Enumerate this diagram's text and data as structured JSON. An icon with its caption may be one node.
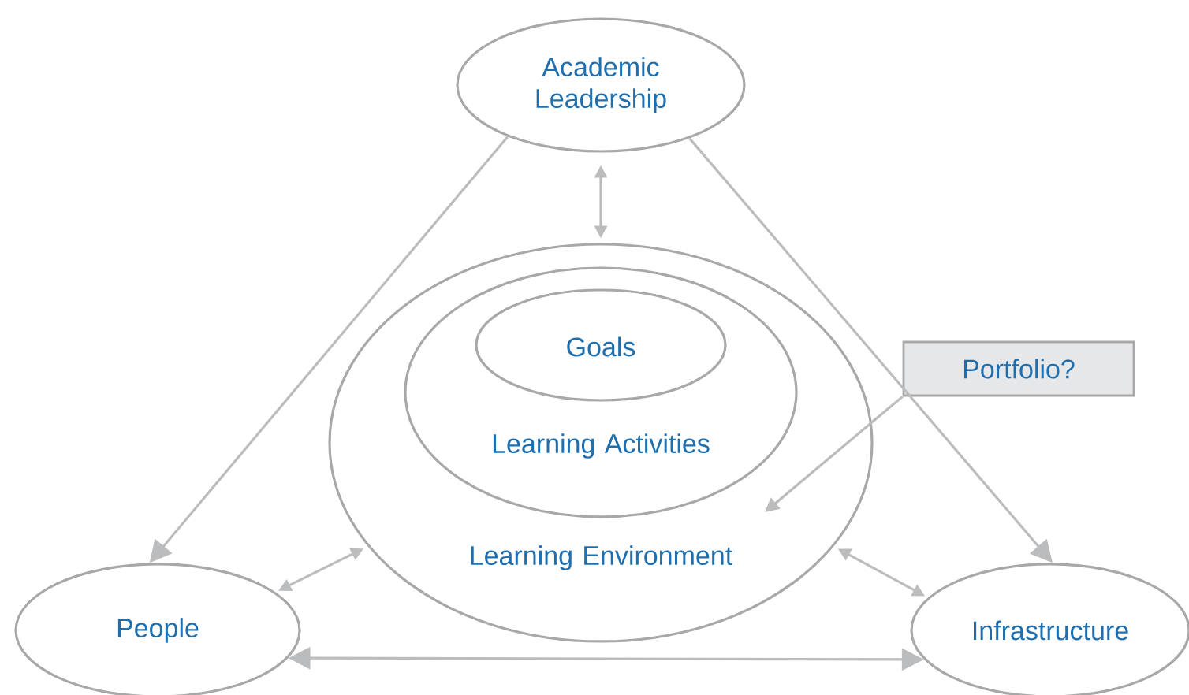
{
  "diagram": {
    "nodes": [
      {
        "text": [
          "Academic Leadership"
        ]
      },
      {
        "text": [
          "Learning Environment"
        ]
      },
      {
        "text": [
          "Learning Activities"
        ],
        "in": 1
      },
      {
        "text": [
          "Goals"
        ],
        "in": 2
      },
      {
        "text": [
          "Portfolio?"
        ]
      },
      {
        "text": [
          "People"
        ]
      },
      {
        "text": [
          "Infrastructure"
        ]
      }
    ],
    "edges": [
      {
        "from": 0,
        "to": 5,
        "arrow": "to"
      },
      {
        "from": 0,
        "to": 6,
        "arrow": "to"
      },
      {
        "from": 0,
        "to": 1,
        "arrow": "both"
      },
      {
        "from": 5,
        "to": 1,
        "arrow": "both"
      },
      {
        "from": 1,
        "to": 6,
        "arrow": "both"
      },
      {
        "from": 5,
        "to": 6,
        "arrow": "both"
      },
      {
        "from": 4,
        "to": 1,
        "arrow": "to"
      }
    ]
  }
}
